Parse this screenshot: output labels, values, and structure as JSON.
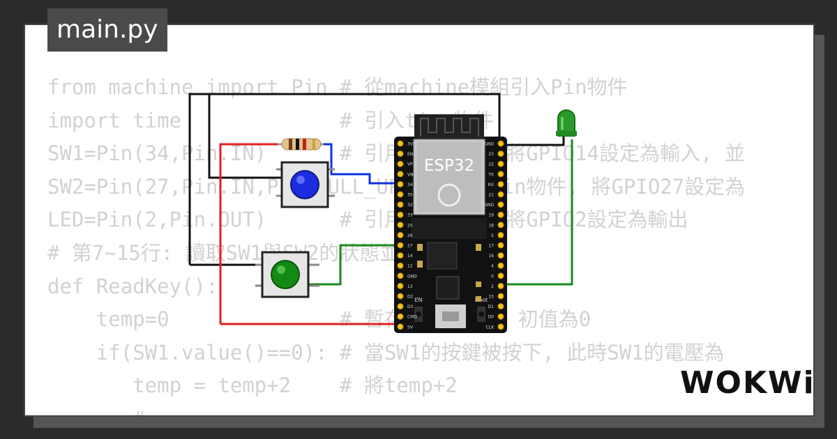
{
  "tab": {
    "title": "main.py"
  },
  "code": {
    "lines": [
      "from machine import Pin # 從machine模組引入Pin物件",
      "import time             # 引入time物件",
      "SW1=Pin(34,Pin.IN)      # 引用Pin物件, 將GPIO14設定為輸入, 並",
      "SW2=Pin(27,Pin.IN,Pin.PULL_UP) # 引用Pin物件, 將GPIO27設定為",
      "LED=Pin(2,Pin.OUT)      # 引用Pin物件, 將GPIO2設定為輸出",
      "# 第7~15行: 讀取SW1與SW2的狀態並回傳",
      "def ReadKey():",
      "    temp=0              # 暫存變數temp, 初值為0",
      "    if(SW1.value()==0): # 當SW1的按鍵被按下, 此時SW1的電壓為",
      "       temp = temp+2    # 將temp+2",
      "       # ..."
    ]
  },
  "board": {
    "label": "ESP32",
    "en_label": "EN",
    "boot_label": "Boot",
    "left_pins": [
      "3V3",
      "EN",
      "VP",
      "VN",
      "34",
      "35",
      "32",
      "33",
      "25",
      "26",
      "27",
      "14",
      "12",
      "GND",
      "13",
      "D2",
      "D3",
      "CMD",
      "5V"
    ],
    "right_pins": [
      "GND",
      "23",
      "22",
      "TX",
      "RX",
      "21",
      "GND",
      "19",
      "18",
      "5",
      "17",
      "16",
      "4",
      "0",
      "2",
      "15",
      "D1",
      "D0",
      "CLK"
    ]
  },
  "logo": {
    "text": "WOKWi"
  },
  "colors": {
    "background": "#2b2b2b",
    "card": "#ffffff",
    "tab": "#4a4a4a",
    "code": "#d2d2d2",
    "board": "#111111",
    "wire_red": "#e02020",
    "wire_blue": "#1030e0",
    "wire_green": "#1a8a1a",
    "led": "#2a9a2a"
  }
}
